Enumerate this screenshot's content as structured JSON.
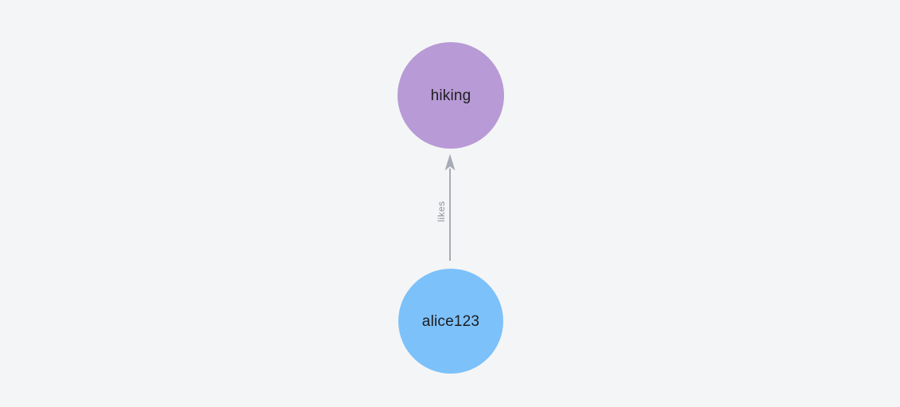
{
  "canvas": {
    "background": "#f4f5f6"
  },
  "graph": {
    "type": "directed-graph",
    "nodes": [
      {
        "label": "hiking",
        "fill": "#b89ad6",
        "text_color": "#1d1d1f"
      },
      {
        "label": "alice123",
        "fill": "#7cc1fa",
        "text_color": "#1d1d1f"
      }
    ],
    "edges": [
      {
        "from": "alice123",
        "to": "hiking",
        "label": "likes",
        "stroke": "#a6abb6",
        "label_color": "#8d929c"
      }
    ]
  }
}
